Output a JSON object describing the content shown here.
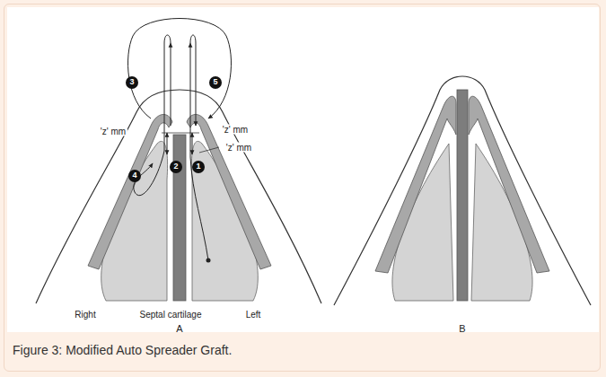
{
  "diagram": {
    "caption": "Figure 3: Modified Auto Spreader Graft.",
    "labels": [
      "'z' mm",
      "'z' mm",
      "'z' mm",
      "3",
      "5",
      "4",
      "2",
      "1",
      "Right",
      "Septal cartilage",
      "Left",
      "A",
      "B"
    ]
  }
}
